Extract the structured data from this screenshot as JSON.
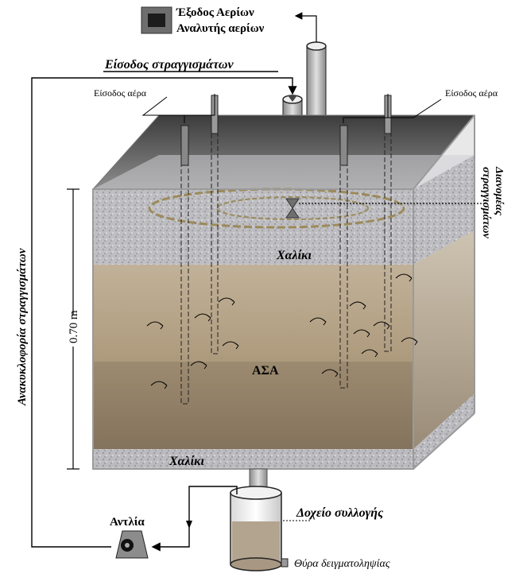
{
  "labels": {
    "gas_outlet": "Έξοδος Αερίων",
    "gas_analyzer": "Αναλυτής αερίων",
    "leachate_inlet": "Είσοδος στραγγισμάτων",
    "air_inlet_left": "Είσοδος αέρα",
    "air_inlet_right": "Είσοδος αέρα",
    "leachate_distributor_line1": "Διανομέας",
    "leachate_distributor_line2": "στραγγισμάτων",
    "gravel_top": "Χαλίκι",
    "msw": "ΑΣΑ",
    "gravel_bottom": "Χαλίκι",
    "height": "0.70 m",
    "recirculation": "Ανακυκλοφορία στραγγισμάτων",
    "pump": "Αντλία",
    "collection_tank": "Δοχείο συλλογής",
    "sampling_port": "Θύρα δειγματοληψίας"
  },
  "colors": {
    "lid": "#5e5e5e",
    "gravel": "#b9b9bd",
    "waste": "#a89982",
    "line": "#000000",
    "distributor": "#9c8a5a"
  }
}
